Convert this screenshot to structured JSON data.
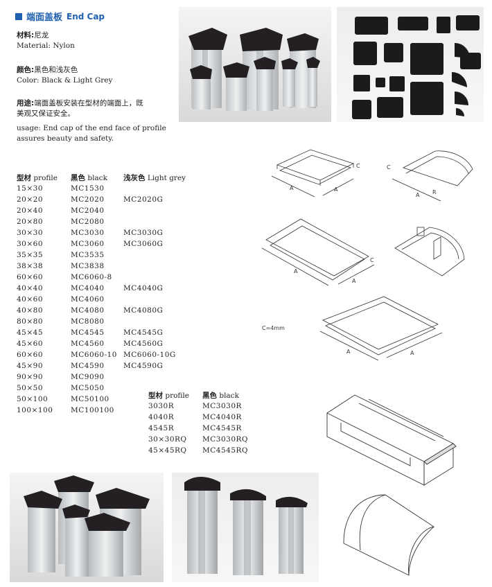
{
  "header": {
    "title_cn": "端面盖板",
    "title_en": "End Cap"
  },
  "material": {
    "label_cn": "材料:",
    "value_cn": "尼龙",
    "en": "Material: Nylon"
  },
  "color": {
    "label_cn": "颜色:",
    "value_cn": "黑色和浅灰色",
    "en": "Color: Black & Light Grey"
  },
  "usage": {
    "label_cn": "用途:",
    "value_cn_1": "端面盖板安装在型材的端面上，既",
    "value_cn_2": "美观又保证安全。",
    "en_1": "usage: End cap of the end face of profile",
    "en_2": "assures beauty and safety."
  },
  "table1": {
    "headers": [
      {
        "cn": "型材",
        "en": "profile"
      },
      {
        "cn": "黑色",
        "en": "black"
      },
      {
        "cn": "浅灰色",
        "en": "Light grey"
      }
    ],
    "rows": [
      [
        "15×30",
        "MC1530",
        ""
      ],
      [
        "20×20",
        "MC2020",
        "MC2020G"
      ],
      [
        "20×40",
        "MC2040",
        ""
      ],
      [
        "20×80",
        "MC2080",
        ""
      ],
      [
        "30×30",
        "MC3030",
        "MC3030G"
      ],
      [
        "30×60",
        "MC3060",
        "MC3060G"
      ],
      [
        "35×35",
        "MC3535",
        ""
      ],
      [
        "38×38",
        "MC3838",
        ""
      ],
      [
        "60×60",
        "MC6060-8",
        ""
      ],
      [
        "40×40",
        "MC4040",
        "MC4040G"
      ],
      [
        "40×60",
        "MC4060",
        ""
      ],
      [
        "40×80",
        "MC4080",
        "MC4080G"
      ],
      [
        "80×80",
        "MC8080",
        ""
      ],
      [
        "45×45",
        "MC4545",
        "MC4545G"
      ],
      [
        "45×60",
        "MC4560",
        "MC4560G"
      ],
      [
        "60×60",
        "MC6060-10",
        "MC6060-10G"
      ],
      [
        "45×90",
        "MC4590",
        "MC4590G"
      ],
      [
        "90×90",
        "MC9090",
        ""
      ],
      [
        "50×50",
        "MC5050",
        ""
      ],
      [
        "50×100",
        "MC50100",
        ""
      ],
      [
        "100×100",
        "MC100100",
        ""
      ]
    ]
  },
  "table2": {
    "headers": [
      {
        "cn": "型材",
        "en": "profile"
      },
      {
        "cn": "黑色",
        "en": "black"
      }
    ],
    "rows": [
      [
        "3030R",
        "MC3030R"
      ],
      [
        "4040R",
        "MC4040R"
      ],
      [
        "4545R",
        "MC4545R"
      ],
      [
        "30×30RQ",
        "MC3030RQ"
      ],
      [
        "45×45RQ",
        "MC4545RQ"
      ]
    ]
  },
  "drawings": {
    "dim_a": "A",
    "dim_c": "C",
    "dim_r": "R",
    "c_note": "C=4mm"
  },
  "colors": {
    "accent": "#1f5fb0",
    "cap_black": "#1c1a1c",
    "profile_grey": "#d6d8da"
  }
}
